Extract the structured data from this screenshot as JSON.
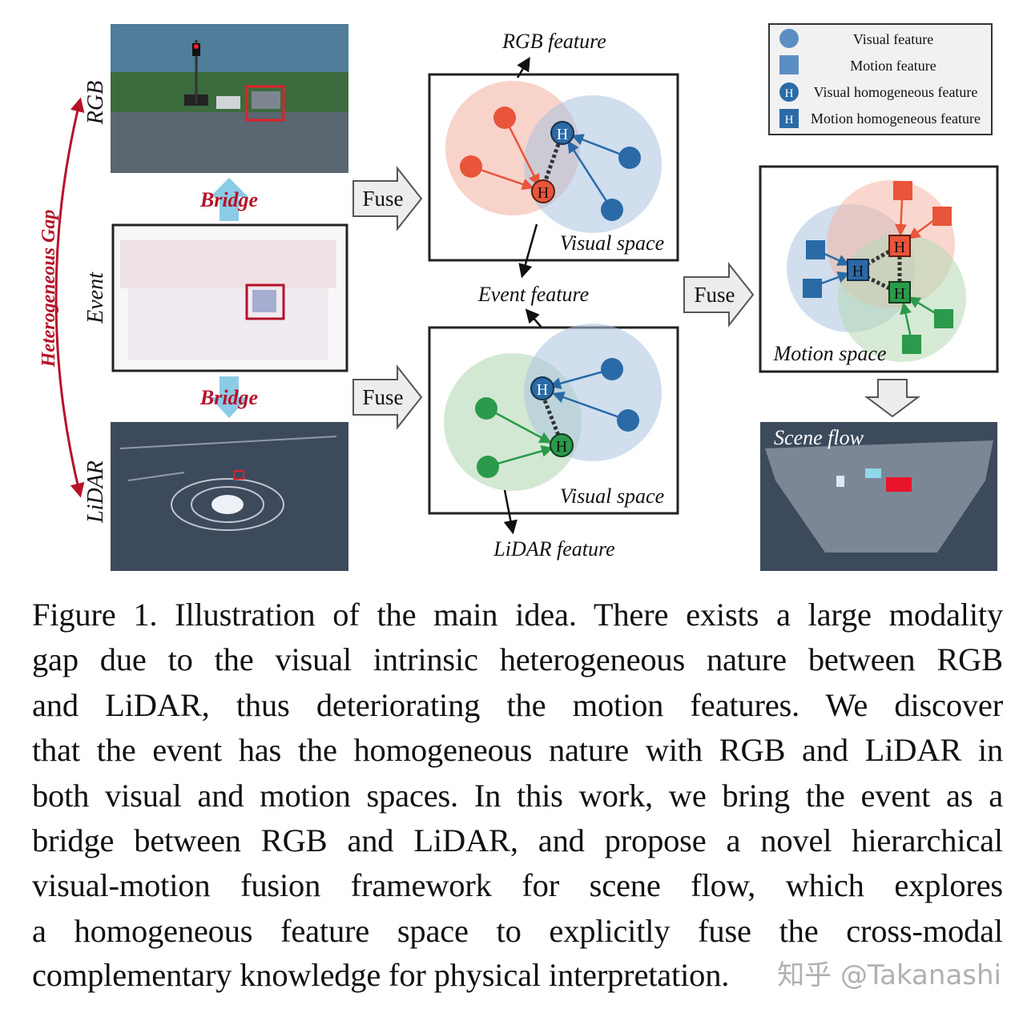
{
  "figure": {
    "modalities": {
      "rgb": "RGB",
      "event": "Event",
      "lidar": "LiDAR"
    },
    "gap_label": "Heterogeneous Gap",
    "bridge_label": "Bridge",
    "fuse_label": "Fuse",
    "rgb_feature": "RGB feature",
    "event_feature": "Event feature",
    "lidar_feature": "LiDAR feature",
    "visual_space": "Visual space",
    "motion_space": "Motion space",
    "scene_flow": "Scene flow",
    "h_glyph": "H",
    "legend": [
      {
        "shape": "circle",
        "label": "Visual feature"
      },
      {
        "shape": "square",
        "label": "Motion feature"
      },
      {
        "shape": "circle-h",
        "label": "Visual homogeneous feature"
      },
      {
        "shape": "square-h",
        "label": "Motion homogeneous feature"
      }
    ],
    "colors": {
      "rgb": "#e8553a",
      "event": "#2a6aa6",
      "lidar": "#2b9a4a",
      "gap": "#b5122a",
      "bridge_arrow": "#8ccbe6"
    }
  },
  "caption": {
    "lines": [
      "Figure 1. Illustration of the main idea. There exists a large modality",
      "gap due to the visual intrinsic heterogeneous nature between RGB",
      "and LiDAR, thus deteriorating the motion features. We discover",
      "that the event has the homogeneous nature with RGB and LiDAR in",
      "both visual and motion spaces. In this work, we bring the event as a",
      "bridge between RGB and LiDAR, and propose a novel hierarchical",
      "visual-motion fusion framework for scene flow, which explores",
      "a homogeneous feature space to explicitly fuse the cross-modal"
    ],
    "last_line": "complementary knowledge for physical interpretation."
  },
  "watermark": "知乎 @Takanashi"
}
